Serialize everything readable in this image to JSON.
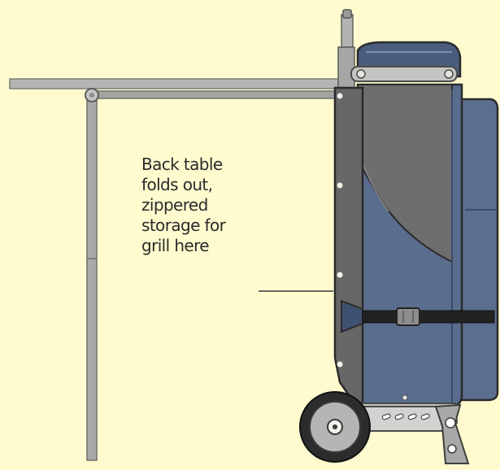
{
  "annotation": {
    "lines": [
      "Back table",
      "folds out,",
      "zippered",
      "storage for",
      "grill here"
    ]
  },
  "colors": {
    "background": "#fffbcf",
    "bag_blue": "#5a6d8d",
    "bag_dark_blue": "#3f5170",
    "panel_gray": "#6c6c6c",
    "frame_gray": "#a9aaa8",
    "strap_black": "#222222",
    "outline": "#2b2b2b"
  }
}
